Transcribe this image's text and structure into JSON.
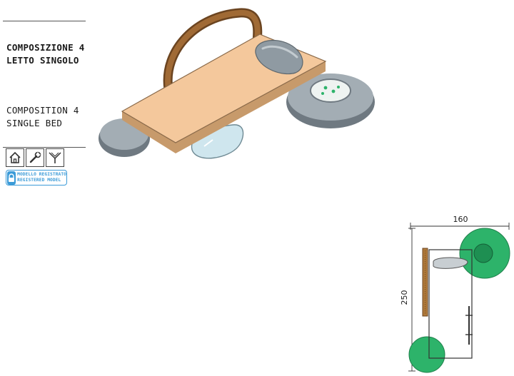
{
  "title_it": {
    "line1": "COMPOSIZIONE 4",
    "line2": "LETTO SINGOLO"
  },
  "title_en": {
    "line1": "COMPOSITION 4",
    "line2": "SINGLE BED"
  },
  "icons": [
    "home-icon",
    "wrench-icon",
    "funnel-icon"
  ],
  "badge": {
    "line1": "MODELLO REGISTRATO",
    "line2": "REGISTERED MODEL",
    "color": "#3b9bd8"
  },
  "plan": {
    "width_label": "160",
    "length_label": "250",
    "accent_color": "#2db36a"
  },
  "render": {
    "mattress_color": "#f4c89c",
    "cushion_color": "#8f9aa2",
    "arch_color": "#8b5a2b",
    "glass_color": "#cfe6ee"
  }
}
